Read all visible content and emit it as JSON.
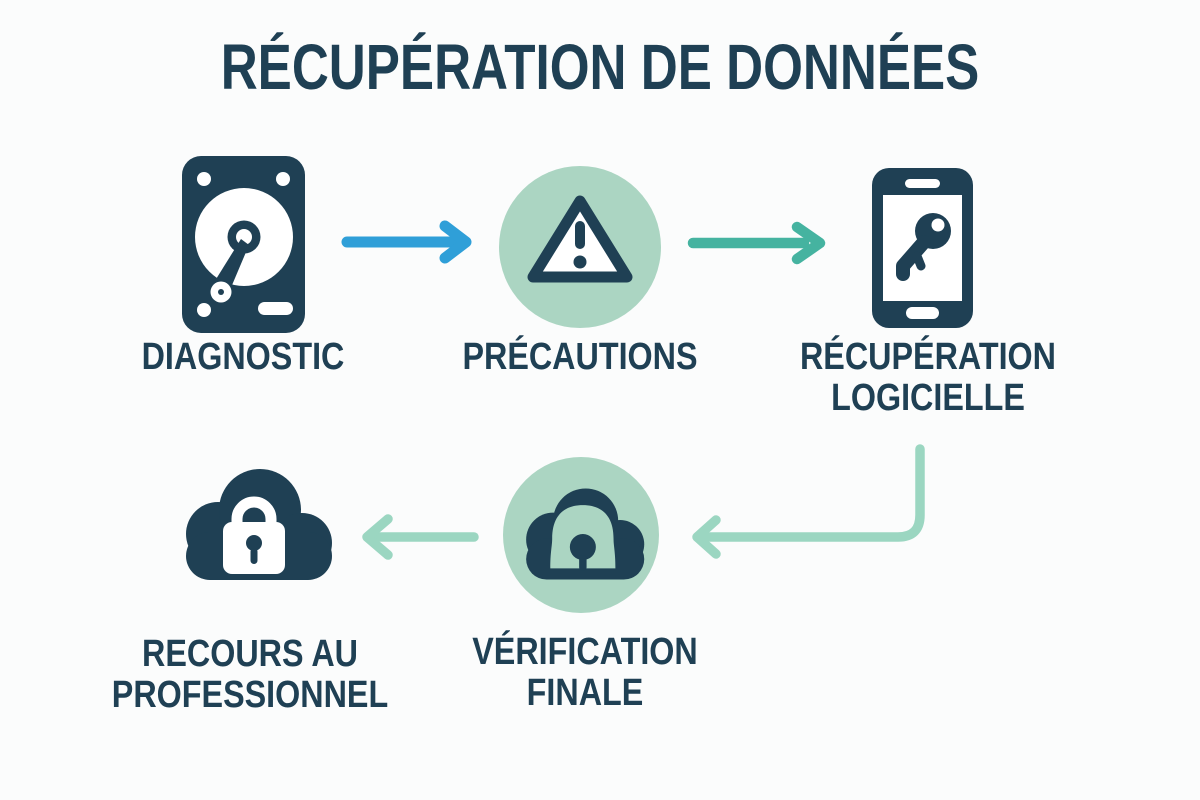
{
  "title": "RÉCUPÉRATION DE DONNÉES",
  "colors": {
    "navy": "#1f4054",
    "mint_circle": "#abd5c2",
    "arrow_blue": "#2f9fd8",
    "arrow_teal": "#45b3a0",
    "arrow_mint": "#9bd6c1",
    "background": "#fbfcfc",
    "white": "#ffffff"
  },
  "steps": [
    {
      "name": "diagnostic",
      "lines": [
        "DIAGNOSTIC"
      ],
      "icon": "hard-drive-icon",
      "badge_circle": false
    },
    {
      "name": "precautions",
      "lines": [
        "PRÉCAUTIONS"
      ],
      "icon": "warning-triangle-icon",
      "badge_circle": true
    },
    {
      "name": "recuperation-logicielle",
      "lines": [
        "RÉCUPÉRATION",
        "LOGICIELLE"
      ],
      "icon": "smartphone-key-icon",
      "badge_circle": false
    },
    {
      "name": "verification-finale",
      "lines": [
        "VÉRIFICATION",
        "FINALE"
      ],
      "icon": "cloud-keyhole-icon",
      "badge_circle": true
    },
    {
      "name": "recours-professionnel",
      "lines": [
        "RECOURS AU",
        "PROFESSIONNEL"
      ],
      "icon": "cloud-padlock-icon",
      "badge_circle": false
    }
  ],
  "flow": {
    "connectors": [
      {
        "from": "diagnostic",
        "to": "precautions",
        "style": "blue-arrow-right"
      },
      {
        "from": "precautions",
        "to": "recuperation-logicielle",
        "style": "teal-arrow-right"
      },
      {
        "from": "recuperation-logicielle",
        "to": "verification-finale",
        "style": "mint-elbow-arrow-down-left"
      },
      {
        "from": "verification-finale",
        "to": "recours-professionnel",
        "style": "mint-arrow-left"
      }
    ]
  }
}
